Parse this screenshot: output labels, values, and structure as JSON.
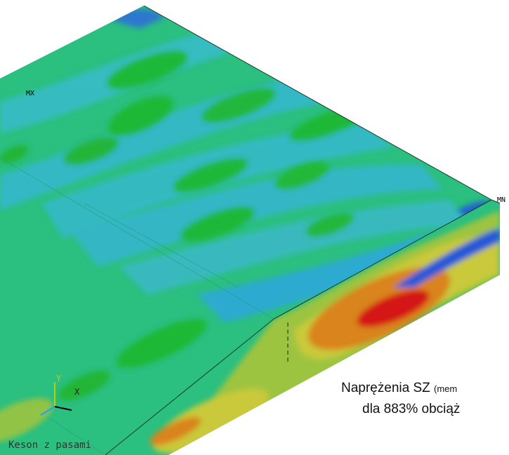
{
  "labels": {
    "mx_left": "MX",
    "mx_right": "MN",
    "model_name": "Keson z pasami",
    "axis_y": "Y",
    "axis_x": "X"
  },
  "caption": {
    "line1": "Naprężenia SZ",
    "line1_small": "(mem",
    "line2": "dla 883% obciąż"
  },
  "colors": {
    "background": "#ffffff",
    "base_green": "#2bbf80",
    "cyan": "#33bbcc",
    "blue": "#1f4fd6",
    "dark_blue": "#0a2fa8",
    "green": "#1fb830",
    "yellow": "#c9c93a",
    "orange": "#d9841a",
    "red": "#d41616"
  }
}
